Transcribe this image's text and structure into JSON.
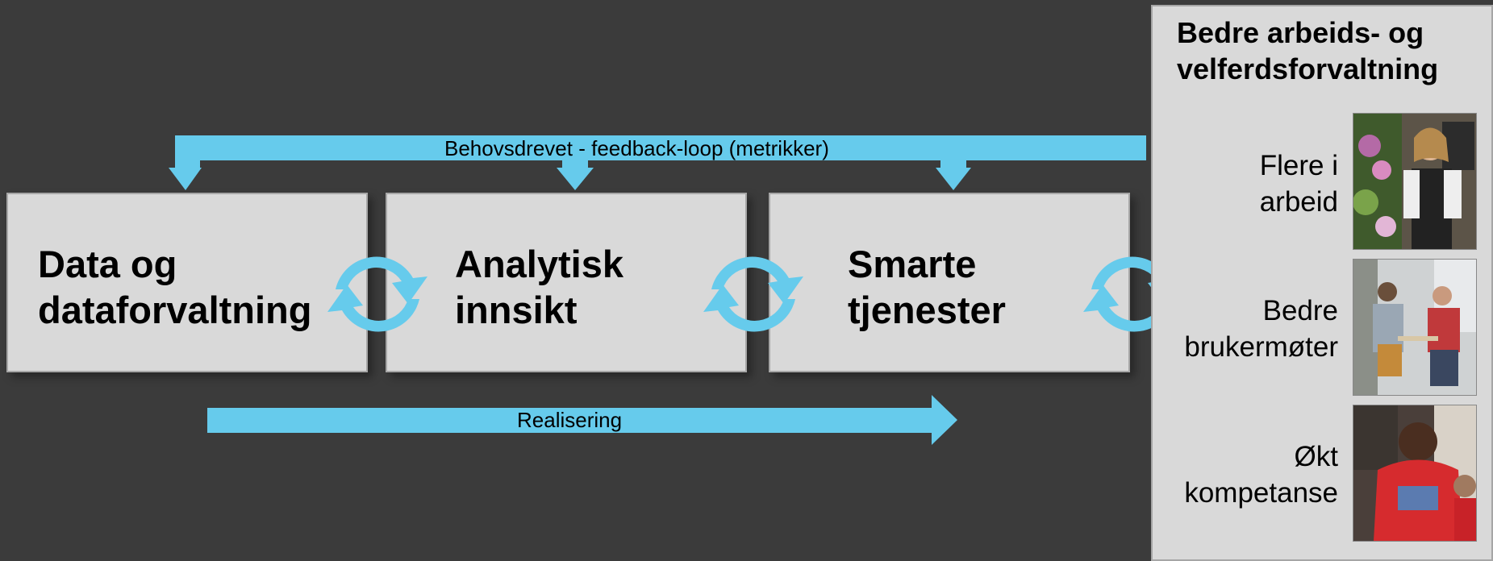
{
  "colors": {
    "background": "#3b3b3b",
    "box_fill": "#d9d9d9",
    "arrow": "#66cbec"
  },
  "feedback_label": "Behovsdrevet - feedback-loop (metrikker)",
  "realisering_label": "Realisering",
  "boxes": [
    {
      "title": "Data og\ndataforvaltning"
    },
    {
      "title": "Analytisk\ninnsikt"
    },
    {
      "title": "Smarte\ntjenester"
    }
  ],
  "panel": {
    "title": "Bedre arbeids- og\nvelferdsforvaltning",
    "outcomes": [
      {
        "label": "Flere i\narbeid",
        "photo": "florist-on-phone-photo"
      },
      {
        "label": "Bedre\nbrukermøter",
        "photo": "meeting-at-table-photo"
      },
      {
        "label": "Økt\nkompetanse",
        "photo": "person-in-red-nav-shirt-photo"
      }
    ]
  }
}
